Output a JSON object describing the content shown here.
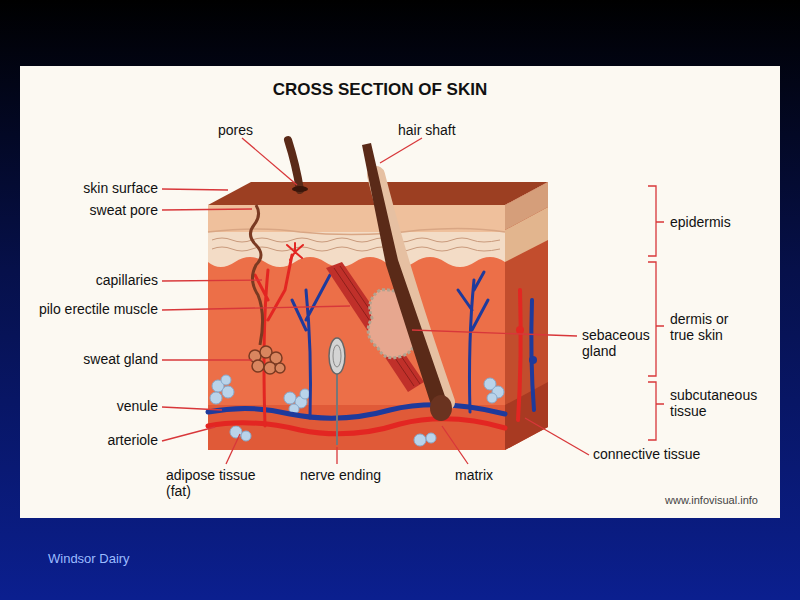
{
  "diagram": {
    "title": "CROSS SECTION OF SKIN",
    "labels": [
      "pores",
      "hair shaft",
      "skin surface",
      "sweat pore",
      "capillaries",
      "pilo erectile muscle",
      "sebaceous gland",
      "epidermis",
      "dermis or true skin",
      "sweat gland",
      "venule",
      "subcutaneous tissue",
      "arteriole",
      "connective tissue",
      "adipose tissue (fat)",
      "nerve ending",
      "matrix",
      "www.infovisual.info",
      "Windsor Dairy"
    ]
  }
}
